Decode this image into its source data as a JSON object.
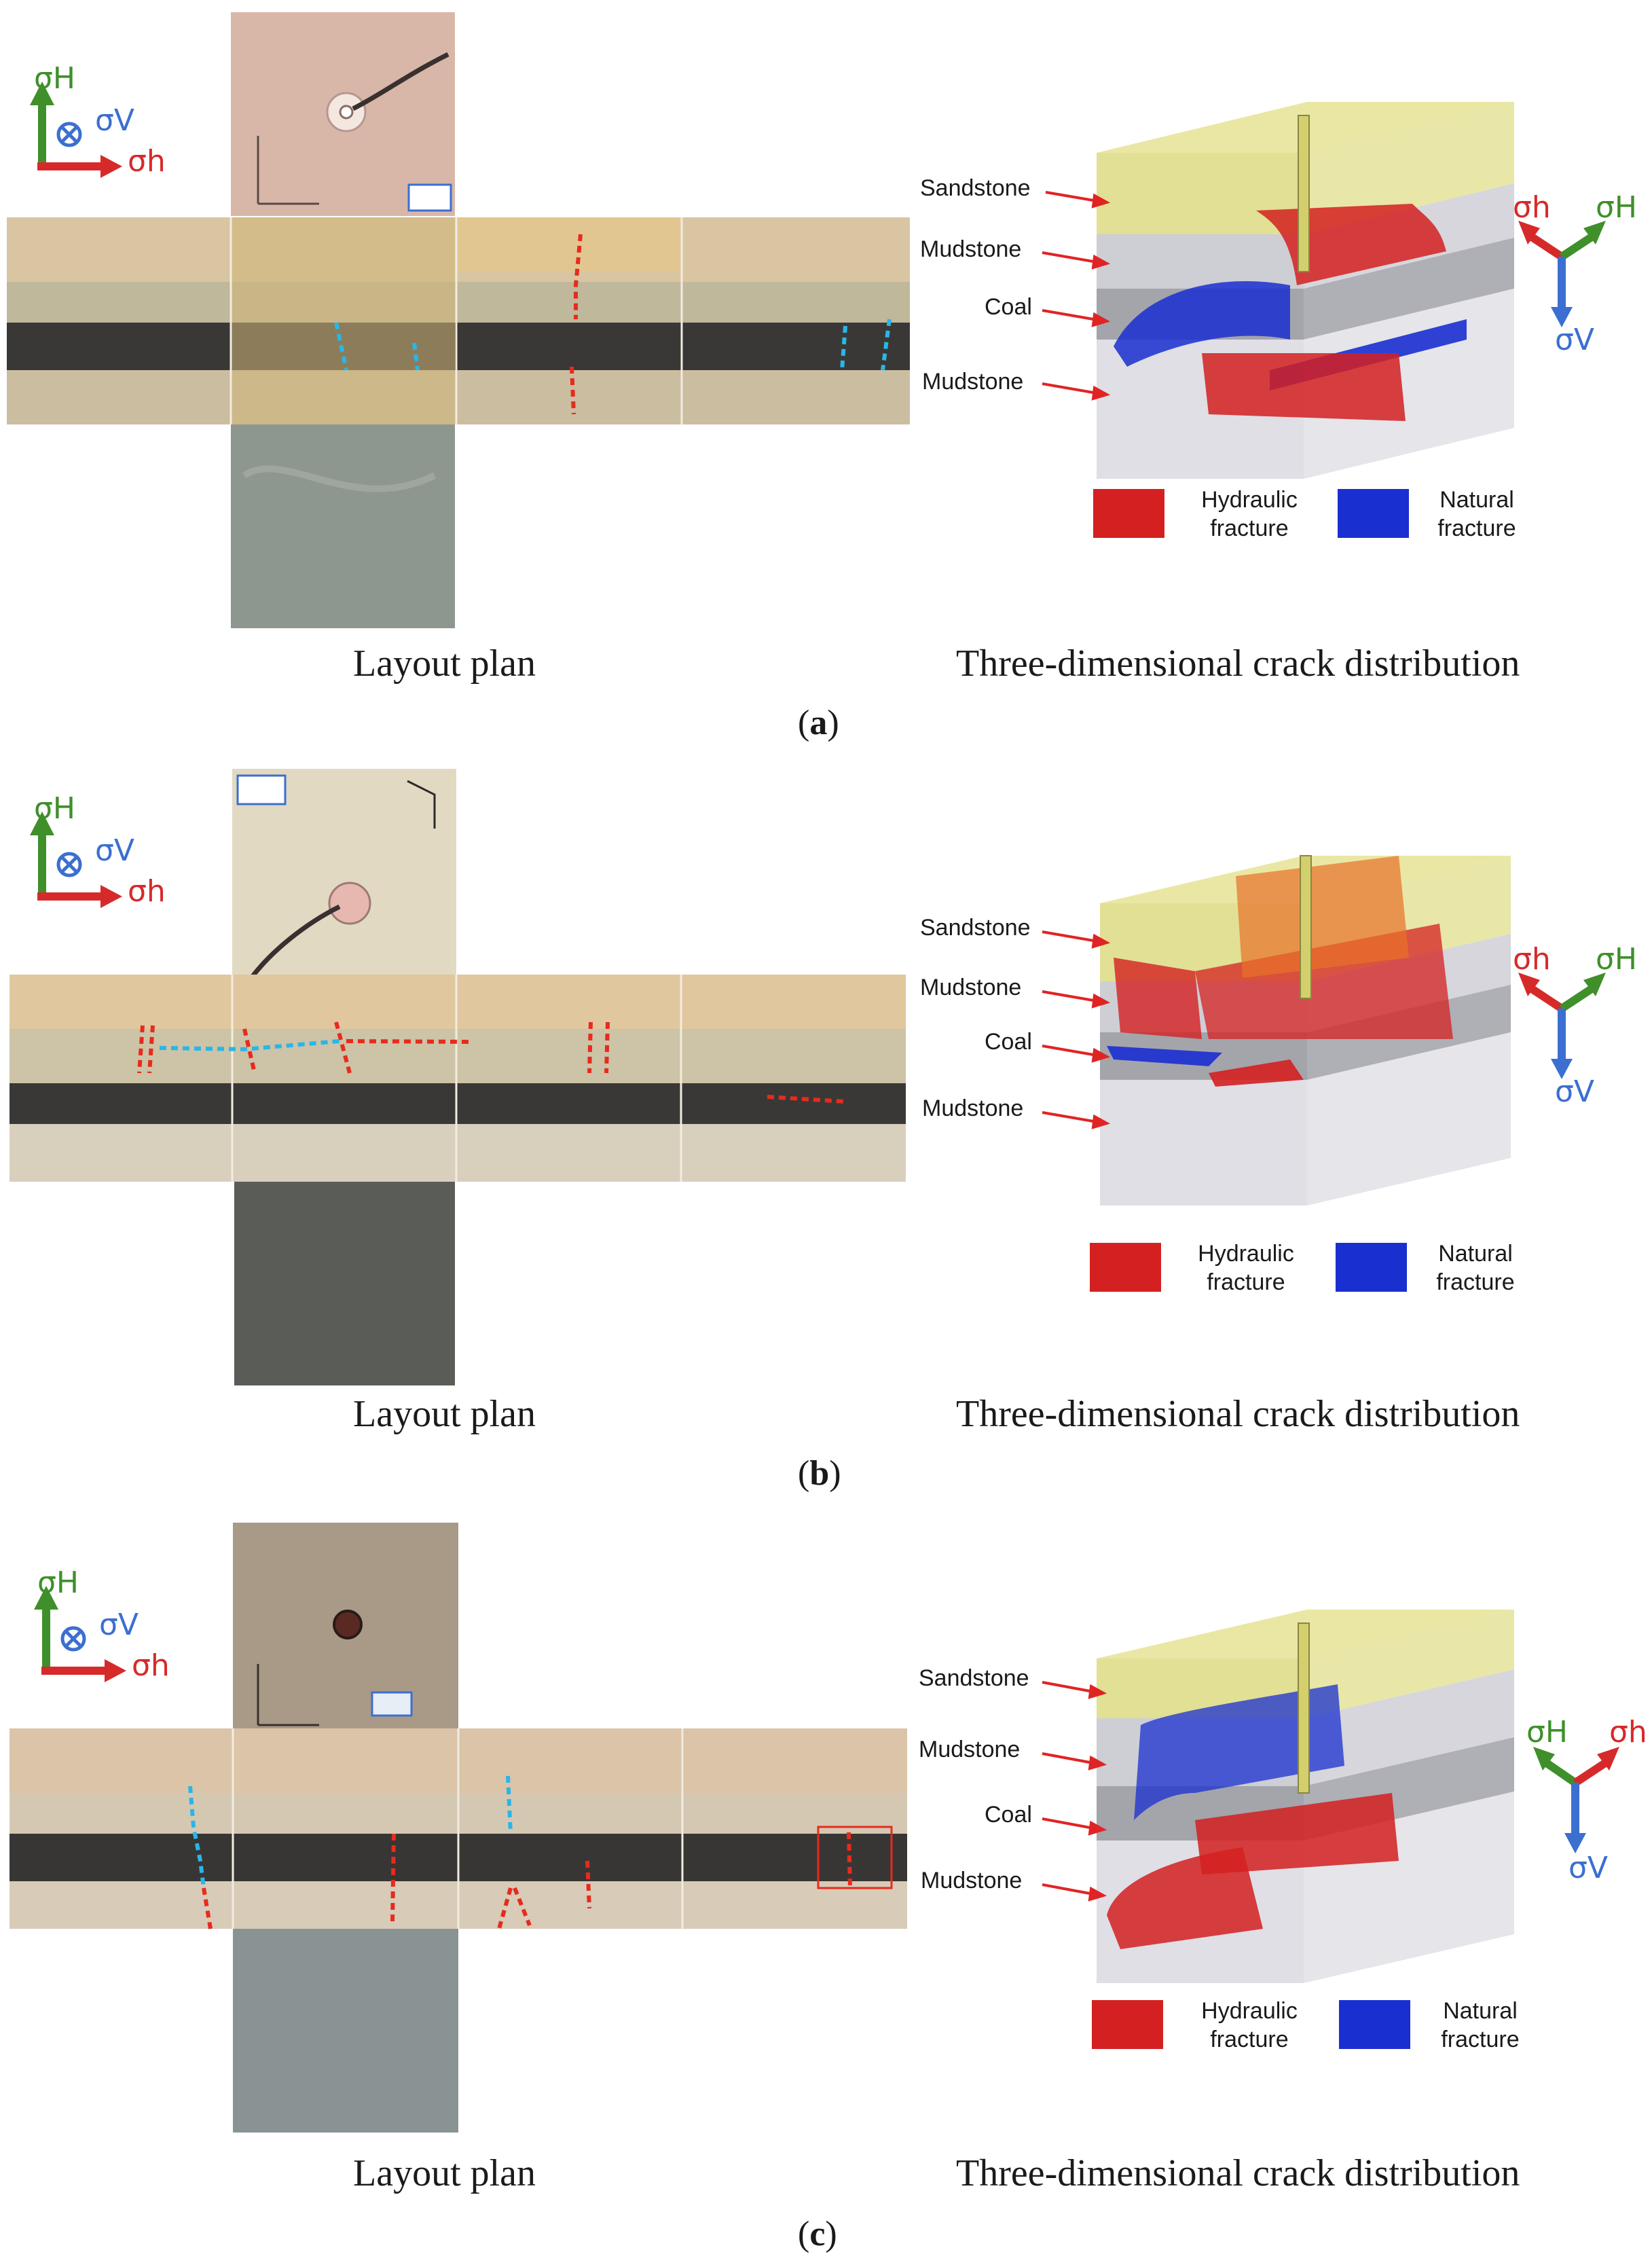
{
  "figure": {
    "panels": [
      {
        "letter": "a",
        "layout_caption": "Layout plan",
        "crack_caption": "Three-dimensional crack distribution",
        "layers": [
          "Sandstone",
          "Mudstone",
          "Coal",
          "Mudstone"
        ],
        "legend": {
          "hydraulic": "Hydraulic\nfracture",
          "natural": "Natural\nfracture"
        },
        "axes2d": {
          "vertical": "σH",
          "out": "σV",
          "horizontal": "σh"
        },
        "axes3d": {
          "left": "σh",
          "right": "σH",
          "down": "σV"
        }
      },
      {
        "letter": "b",
        "layout_caption": "Layout plan",
        "crack_caption": "Three-dimensional crack distribution",
        "layers": [
          "Sandstone",
          "Mudstone",
          "Coal",
          "Mudstone"
        ],
        "legend": {
          "hydraulic": "Hydraulic\nfracture",
          "natural": "Natural\nfracture"
        },
        "axes2d": {
          "vertical": "σH",
          "out": "σV",
          "horizontal": "σh"
        },
        "axes3d": {
          "left": "σh",
          "right": "σH",
          "down": "σV"
        }
      },
      {
        "letter": "c",
        "layout_caption": "Layout plan",
        "crack_caption": "Three-dimensional crack distribution",
        "layers": [
          "Sandstone",
          "Mudstone",
          "Coal",
          "Mudstone"
        ],
        "legend": {
          "hydraulic": "Hydraulic\nfracture",
          "natural": "Natural\nfracture"
        },
        "axes2d": {
          "vertical": "σH",
          "out": "σV",
          "horizontal": "σh"
        },
        "axes3d": {
          "left": "σH",
          "right": "σh",
          "down": "σV"
        }
      }
    ]
  },
  "colors": {
    "hydraulic": "#d42020",
    "natural": "#1a2fd0",
    "arrow_red": "#d62a2a",
    "arrow_green": "#3f8f2a",
    "arrow_blue": "#3b6fd0",
    "sandstone": "#e8e49a",
    "mudstone": "#c9c9d0",
    "coal": "#9a9aa2"
  }
}
